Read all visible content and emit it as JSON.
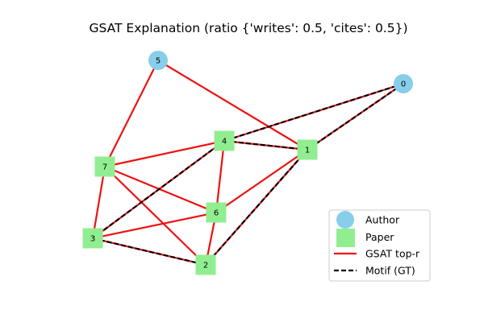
{
  "title": "GSAT Explanation (ratio {'writes': 0.5, 'cites': 0.5})",
  "colors": {
    "author": "#87ceeb",
    "paper": "#90ee90",
    "gsat_edge": "#ee1111",
    "motif_edge": "#000000"
  },
  "nodes": [
    {
      "id": "0",
      "type": "author"
    },
    {
      "id": "1",
      "type": "paper"
    },
    {
      "id": "2",
      "type": "paper"
    },
    {
      "id": "3",
      "type": "paper"
    },
    {
      "id": "4",
      "type": "paper"
    },
    {
      "id": "5",
      "type": "author"
    },
    {
      "id": "6",
      "type": "paper"
    },
    {
      "id": "7",
      "type": "paper"
    }
  ],
  "edges": [
    {
      "source": "5",
      "target": "7",
      "gsat": true,
      "motif": false
    },
    {
      "source": "5",
      "target": "1",
      "gsat": true,
      "motif": false
    },
    {
      "source": "7",
      "target": "4",
      "gsat": true,
      "motif": false
    },
    {
      "source": "7",
      "target": "6",
      "gsat": true,
      "motif": false
    },
    {
      "source": "7",
      "target": "2",
      "gsat": true,
      "motif": false
    },
    {
      "source": "7",
      "target": "3",
      "gsat": true,
      "motif": false
    },
    {
      "source": "4",
      "target": "6",
      "gsat": true,
      "motif": false
    },
    {
      "source": "1",
      "target": "6",
      "gsat": true,
      "motif": false
    },
    {
      "source": "3",
      "target": "6",
      "gsat": true,
      "motif": false
    },
    {
      "source": "6",
      "target": "2",
      "gsat": true,
      "motif": false
    },
    {
      "source": "0",
      "target": "4",
      "gsat": true,
      "motif": true
    },
    {
      "source": "0",
      "target": "1",
      "gsat": true,
      "motif": true
    },
    {
      "source": "4",
      "target": "1",
      "gsat": true,
      "motif": true
    },
    {
      "source": "4",
      "target": "3",
      "gsat": true,
      "motif": true
    },
    {
      "source": "1",
      "target": "2",
      "gsat": true,
      "motif": true
    },
    {
      "source": "3",
      "target": "2",
      "gsat": true,
      "motif": true
    }
  ],
  "legend": {
    "author": "Author",
    "paper": "Paper",
    "gsat": "GSAT top-r",
    "motif": "Motif (GT)"
  }
}
